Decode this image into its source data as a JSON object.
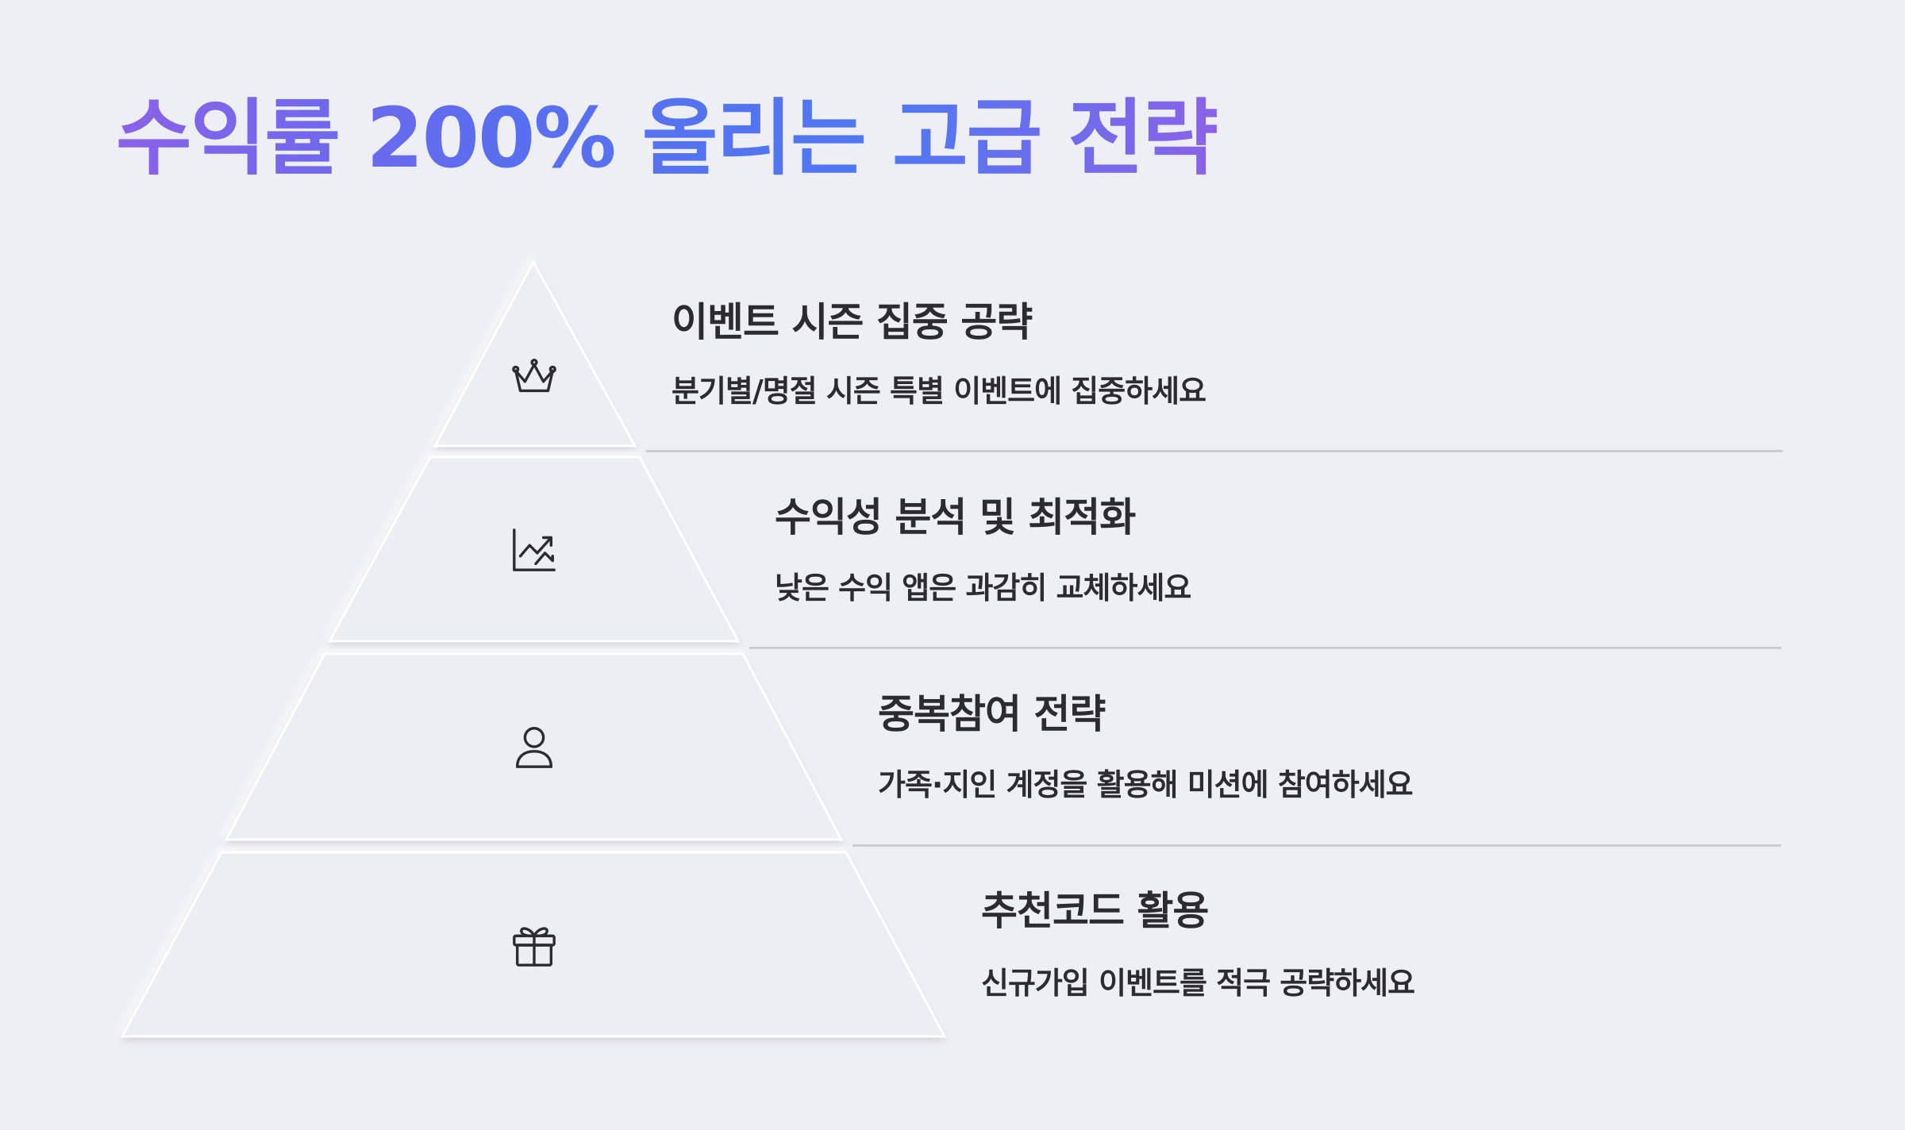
{
  "title": "수익률 200% 올리는 고급 전략",
  "colors": {
    "background": "#eeeff5",
    "title_gradient_start": "#8a62e8",
    "title_gradient_end": "#4f78f2",
    "text": "#2b2b31",
    "divider": "#cbccd2"
  },
  "tiers": [
    {
      "icon": "crown-icon",
      "title": "이벤트 시즌 집중 공략",
      "description": "분기별/명절 시즌 특별 이벤트에 집중하세요"
    },
    {
      "icon": "trending-chart-icon",
      "title": "수익성 분석 및 최적화",
      "description": "낮은 수익 앱은 과감히 교체하세요"
    },
    {
      "icon": "user-icon",
      "title": "중복참여 전략",
      "description": "가족·지인 계정을 활용해 미션에 참여하세요"
    },
    {
      "icon": "gift-icon",
      "title": "추천코드 활용",
      "description": "신규가입 이벤트를 적극 공략하세요"
    }
  ]
}
